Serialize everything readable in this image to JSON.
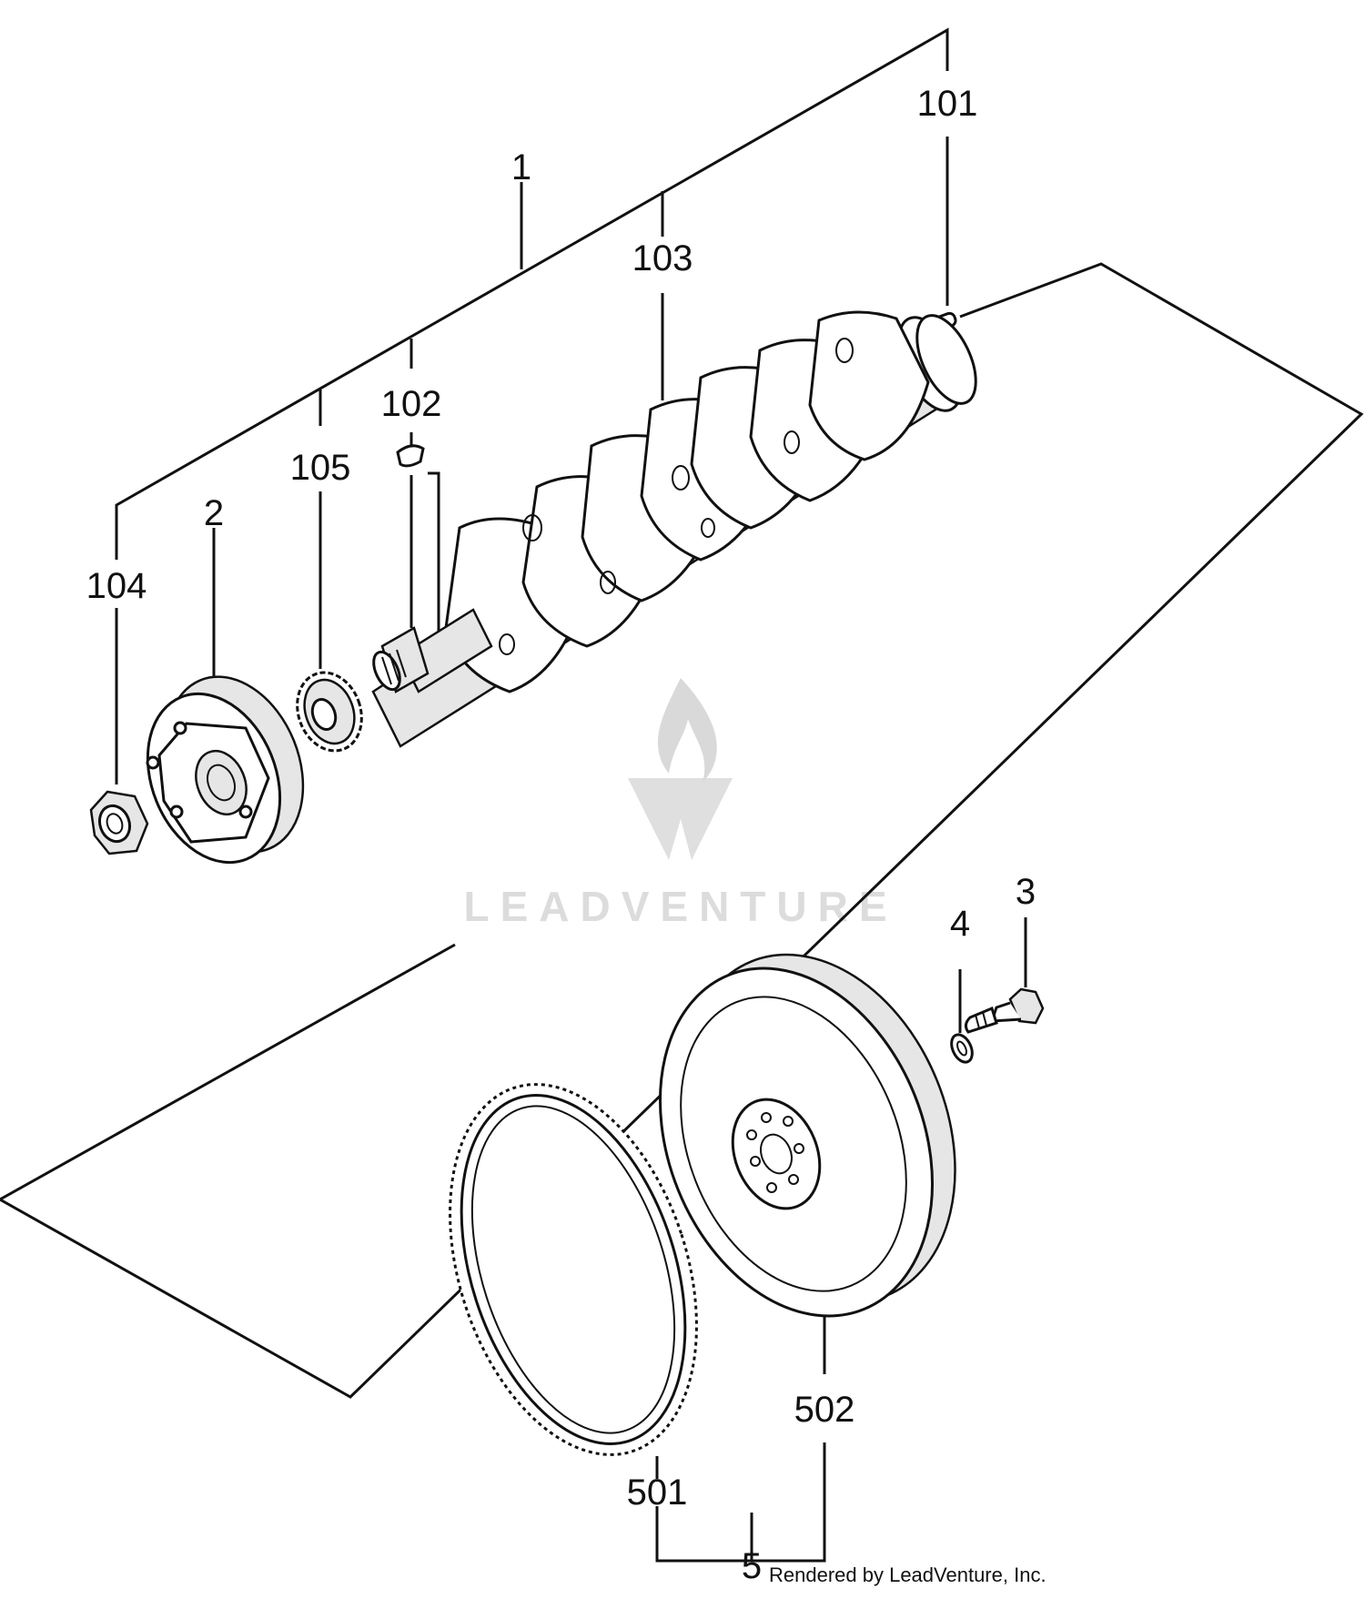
{
  "callouts": {
    "p1": "1",
    "p2": "2",
    "p3": "3",
    "p4": "4",
    "p5": "5",
    "p101": "101",
    "p102": "102",
    "p103": "103",
    "p104": "104",
    "p105": "105",
    "p501": "501",
    "p502": "502"
  },
  "watermark": {
    "text": "LEADVENTURE"
  },
  "footer": {
    "credit": "Rendered by LeadVenture, Inc."
  }
}
